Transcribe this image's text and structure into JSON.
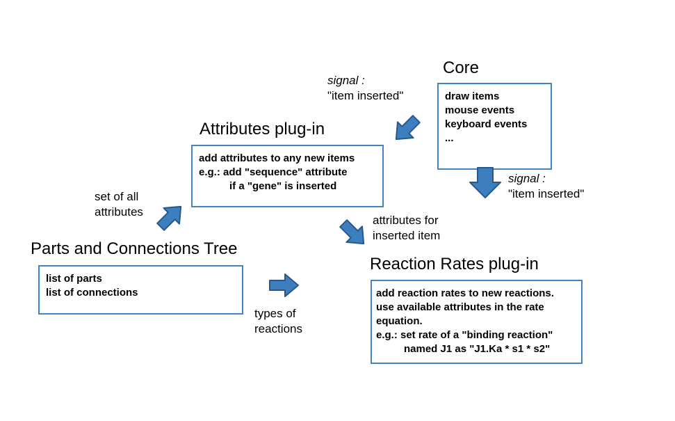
{
  "colors": {
    "background": "#ffffff",
    "box_border": "#4183c4",
    "arrow_fill": "#3d7ebf",
    "arrow_stroke": "#27588c",
    "text": "#000000"
  },
  "nodes": {
    "core": {
      "title": "Core",
      "lines": [
        "draw items",
        "mouse events",
        "keyboard events",
        "..."
      ]
    },
    "attributes": {
      "title": "Attributes plug-in",
      "lines": [
        "add attributes to any new items",
        "e.g.: add \"sequence\" attribute",
        "if a \"gene\" is inserted"
      ]
    },
    "parts": {
      "title": "Parts and Connections Tree",
      "lines": [
        "list of parts",
        "list of connections"
      ]
    },
    "reaction": {
      "title": "Reaction Rates plug-in",
      "lines": [
        "add reaction rates to new reactions.",
        "use available attributes in the rate",
        "equation.",
        "e.g.: set rate of a \"binding reaction\"",
        "named J1 as \"J1.Ka * s1 * s2\""
      ]
    }
  },
  "labels": {
    "signal_top": {
      "line1": "signal :",
      "line2": "\"item inserted\""
    },
    "signal_right": {
      "line1": "signal :",
      "line2": "\"item inserted\""
    },
    "set_of_all_attributes": {
      "line1": "set of all",
      "line2": "attributes"
    },
    "attributes_for_inserted_item": {
      "line1": "attributes for",
      "line2": "inserted item"
    },
    "types_of_reactions": {
      "line1": "types of",
      "line2": "reactions"
    }
  }
}
